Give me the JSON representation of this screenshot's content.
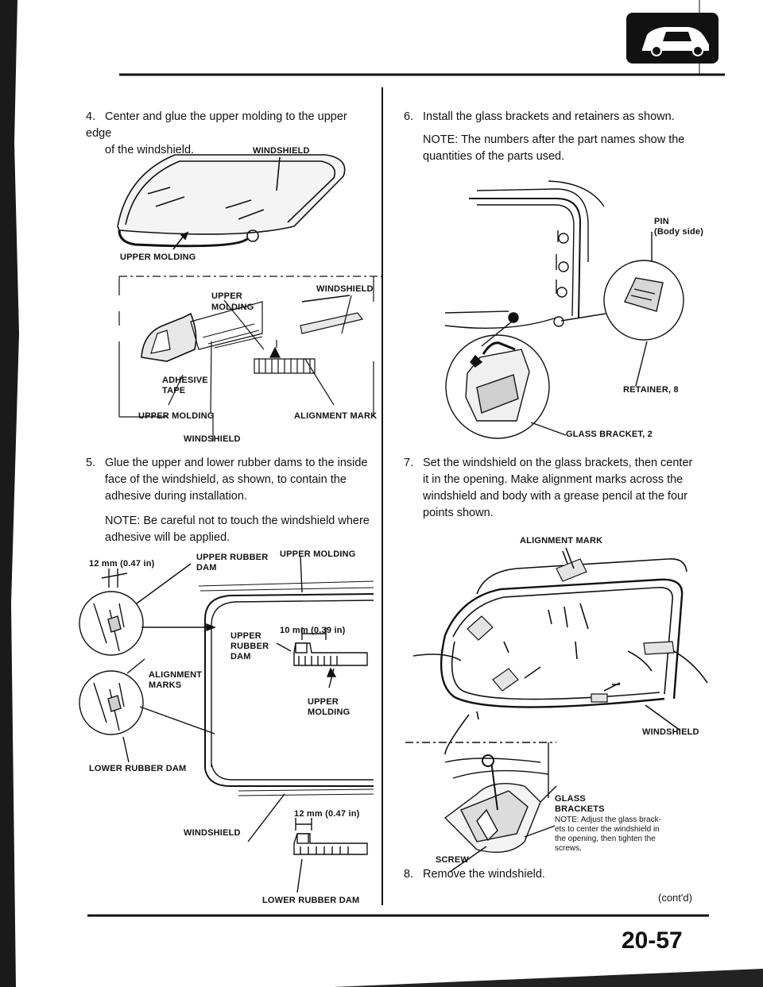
{
  "page": {
    "page_number": "20-57",
    "continued": "(cont'd)"
  },
  "steps": {
    "s4_num": "4.",
    "s4_line1": "Center and glue the upper molding to the upper edge",
    "s4_line2": "of the windshield.",
    "s5_num": "5.",
    "s5_lines": [
      "Glue the upper and lower rubber dams to the inside",
      "face of the windshield, as shown, to contain the",
      "adhesive during installation."
    ],
    "s5_note_lines": [
      "NOTE: Be careful not to touch the windshield where",
      "adhesive will be applied."
    ],
    "s6_num": "6.",
    "s6_line": "Install the glass brackets and retainers as shown.",
    "s6_note_lines": [
      "NOTE: The numbers after the part names show the",
      "quantities of the parts used."
    ],
    "s7_num": "7.",
    "s7_lines": [
      "Set the windshield on the glass brackets, then center",
      "it in the opening. Make alignment marks across the",
      "windshield and body with a grease pencil at the four",
      "points shown."
    ],
    "s8_num": "8.",
    "s8_line": "Remove the windshield."
  },
  "labels": {
    "fig1_windshield": "WINDSHIELD",
    "fig1_upper_molding": "UPPER MOLDING",
    "fig2_windshield_top": "WINDSHIELD",
    "fig2_upper": "UPPER",
    "fig2_molding": "MOLDING",
    "fig2_adhesive": "ADHESIVE",
    "fig2_tape": "TAPE",
    "fig2_upper_molding": "UPPER MOLDING",
    "fig2_alignment_mark": "ALIGNMENT MARK",
    "fig2_windshield_bottom": "WINDSHIELD",
    "fig3_12mm_top": "12 mm (0.47 in)",
    "fig3_upper_rubber": "UPPER RUBBER",
    "fig3_dam": "DAM",
    "fig3_upper_molding_top": "UPPER MOLDING",
    "fig3_upper_in": "UPPER",
    "fig3_rubber_in": "RUBBER",
    "fig3_dam_in": "DAM",
    "fig3_10mm": "10 mm (0.39 in)",
    "fig3_alignment": "ALIGNMENT",
    "fig3_marks": "MARKS",
    "fig3_upper_r": "UPPER",
    "fig3_molding_r": "MOLDING",
    "fig3_lower_rubber_dam": "LOWER RUBBER DAM",
    "fig3_12mm_bottom": "12 mm (0.47 in)",
    "fig3_windshield": "WINDSHIELD",
    "fig3_lower_rubber_dam_bottom": "LOWER RUBBER DAM",
    "fig4_pin": "PIN",
    "fig4_body_side": "(Body side)",
    "fig4_retainer": "RETAINER, 8",
    "fig4_glass_bracket": "GLASS BRACKET, 2",
    "fig5_alignment_mark": "ALIGNMENT MARK",
    "fig5_windshield": "WINDSHIELD",
    "fig6_glass": "GLASS",
    "fig6_brackets": "BRACKETS",
    "fig6_note_lines": [
      "NOTE: Adjust the glass brack-",
      "ets to center the windshield in",
      "the opening, then tighten the",
      "screws."
    ],
    "fig6_screw": "SCREW"
  },
  "icons": {
    "section_icon": "car-body-icon"
  }
}
